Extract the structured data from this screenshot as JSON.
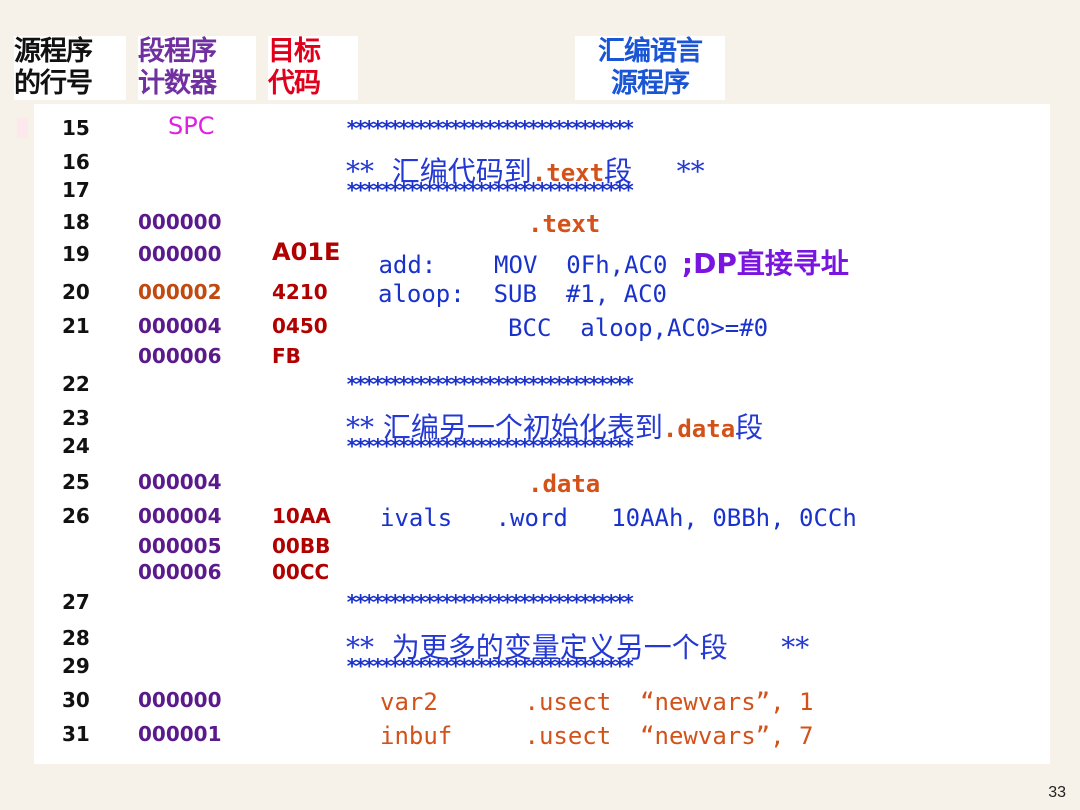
{
  "headers": {
    "line_no": [
      "源程序",
      "的行号"
    ],
    "spc": [
      "段程序",
      "计数器"
    ],
    "object": [
      "目标",
      "代码"
    ],
    "source": [
      "汇编语言",
      "源程序"
    ]
  },
  "rows": {
    "r15": {
      "ln": "15",
      "spc": "SPC",
      "src": "*********************************"
    },
    "r16": {
      "ln": "16",
      "src_a": "**  汇编代码到",
      "src_b": ".text",
      "src_c": "段     **"
    },
    "r17": {
      "ln": "17",
      "src": "*********************************"
    },
    "r18": {
      "ln": "18",
      "spc": "000000",
      "src": ".text"
    },
    "r19": {
      "ln": "19",
      "spc": "000000",
      "obj": "A01E",
      "src": " add:    MOV  0Fh,AC0 ",
      "note": ";DP直接寻址"
    },
    "r20": {
      "ln": "20",
      "spc": "000002",
      "obj": "4210",
      "src": "aloop:  SUB  #1, AC0"
    },
    "r21": {
      "ln": "21",
      "spc": "000004",
      "obj": "0450",
      "src": "         BCC  aloop,AC0>=#0"
    },
    "r21b": {
      "spc": "000006",
      "obj": "FB"
    },
    "r22": {
      "ln": "22",
      "src": "*********************************"
    },
    "r23": {
      "ln": "23",
      "src_a": "** 汇编另一个初始化表到",
      "src_b": ".data",
      "src_c": "段"
    },
    "r24": {
      "ln": "24",
      "src": "*********************************"
    },
    "r25": {
      "ln": "25",
      "spc": "000004",
      "src": ".data"
    },
    "r26": {
      "ln": "26",
      "spc": "000004",
      "obj": "10AA",
      "src": "ivals   .word   10AAh, 0BBh, 0CCh"
    },
    "r26b": {
      "spc": "000005",
      "obj": "00BB"
    },
    "r26c": {
      "spc": "000006",
      "obj": "00CC"
    },
    "r27": {
      "ln": "27",
      "src": "*********************************"
    },
    "r28": {
      "ln": "28",
      "src": "**  为更多的变量定义另一个段      **"
    },
    "r29": {
      "ln": "29",
      "src": "*********************************"
    },
    "r30": {
      "ln": "30",
      "spc": "000000",
      "src": "var2      .usect  “newvars”, 1"
    },
    "r31": {
      "ln": "31",
      "spc": "000001",
      "src": "inbuf     .usect  “newvars”, 7"
    }
  },
  "page_number": "33",
  "colors": {
    "source_blue": "#1a32cc",
    "object_red": "#b00000",
    "spc_purple": "#5a1a8c",
    "directive_orange": "#d2521a",
    "note_violet": "#7a14e0"
  }
}
